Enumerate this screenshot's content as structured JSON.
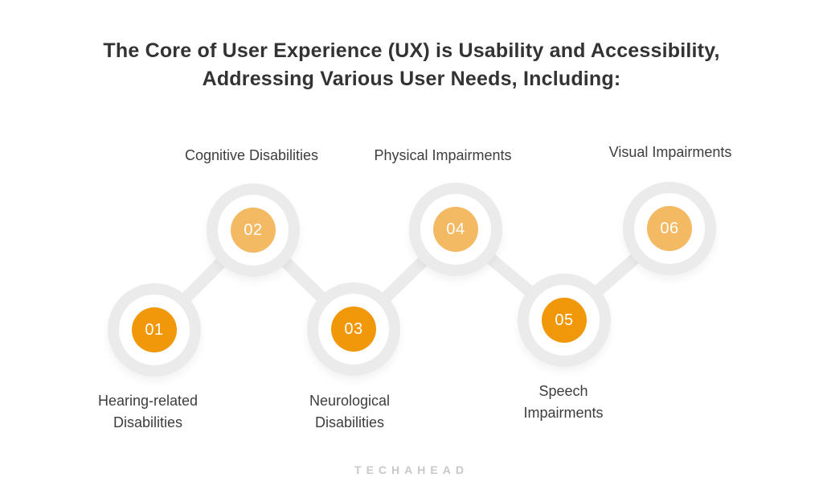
{
  "title": {
    "line1": "The Core of User Experience (UX) is Usability and Accessibility,",
    "line2": "Addressing Various User Needs, Including:"
  },
  "diagram": {
    "colors": {
      "ring_gray": "#EBEBEB",
      "dark_orange": "#F0970A",
      "light_orange": "#F4B963",
      "number_text": "#FFFFFF",
      "label_text": "#3D3D3D",
      "title_text": "#333333",
      "logo_text_color": "#C8C8C8",
      "background": "#FFFFFF"
    },
    "nodes": [
      {
        "number": "01",
        "label": "Hearing-related Disabilities",
        "lines": [
          "Hearing-related",
          "Disabilities"
        ],
        "variant": "dark",
        "position": "bottom"
      },
      {
        "number": "02",
        "label": "Cognitive Disabilities",
        "lines": [
          "Cognitive Disabilities"
        ],
        "variant": "light",
        "position": "top"
      },
      {
        "number": "03",
        "label": "Neurological Disabilities",
        "lines": [
          "Neurological",
          "Disabilities"
        ],
        "variant": "dark",
        "position": "bottom"
      },
      {
        "number": "04",
        "label": "Physical Impairments",
        "lines": [
          "Physical Impairments"
        ],
        "variant": "light",
        "position": "top"
      },
      {
        "number": "05",
        "label": "Speech Impairments",
        "lines": [
          "Speech",
          "Impairments"
        ],
        "variant": "dark",
        "position": "bottom"
      },
      {
        "number": "06",
        "label": "Visual Impairments",
        "lines": [
          "Visual Impairments"
        ],
        "variant": "light",
        "position": "top"
      }
    ]
  },
  "footer": {
    "logo_text": "TECHAHEAD"
  }
}
